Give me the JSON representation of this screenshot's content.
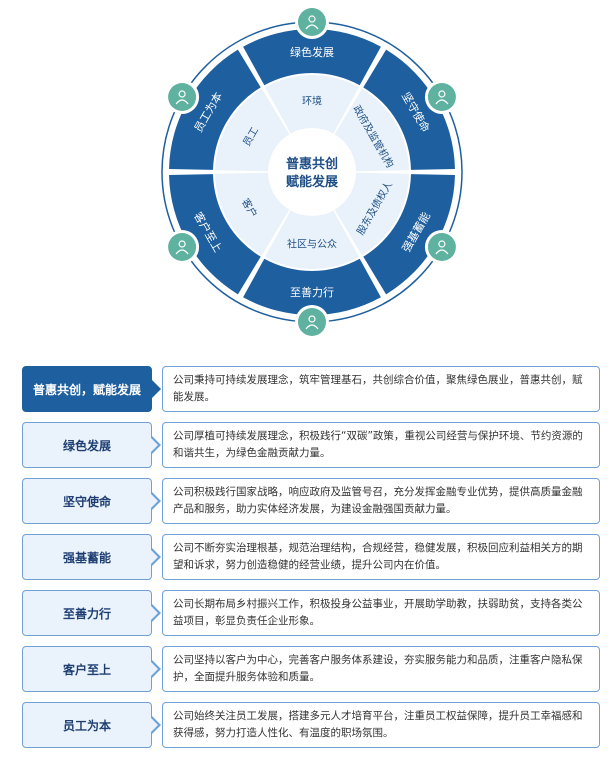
{
  "wheel": {
    "center": {
      "line1": "普惠共创",
      "line2": "赋能发展"
    },
    "outer_segments": [
      {
        "label": "绿色发展"
      },
      {
        "label": "坚守使命"
      },
      {
        "label": "强基蓄能"
      },
      {
        "label": "至善力行"
      },
      {
        "label": "客户至上"
      },
      {
        "label": "员工为本"
      }
    ],
    "stakeholders": [
      {
        "label": "环境"
      },
      {
        "label": "政府及监管机构"
      },
      {
        "label": "股东及债权人"
      },
      {
        "label": "社区与公众"
      },
      {
        "label": "客户"
      },
      {
        "label": "员工"
      }
    ],
    "icons": [
      "plant-globe-icon",
      "government-building-icon",
      "globe-people-icon",
      "hand-plant-icon",
      "handshake-icon",
      "team-people-icon"
    ],
    "colors": {
      "outer": "#1e5f9f",
      "inner": "#e9f2fa",
      "icon_bg": "#5fb2a0",
      "ring": "#1e5f9f"
    }
  },
  "rows": [
    {
      "label": "普惠共创，赋能发展",
      "desc": "公司秉持可持续发展理念，筑牢管理基石，共创综合价值，聚焦绿色展业，普惠共创，赋能发展。",
      "active": true
    },
    {
      "label": "绿色发展",
      "desc": "公司厚植可持续发展理念，积极践行“双碳”政策，重视公司经营与保护环境、节约资源的和谐共生，为绿色金融贡献力量。",
      "active": false
    },
    {
      "label": "坚守使命",
      "desc": "公司积极践行国家战略，响应政府及监管号召，充分发挥金融专业优势，提供高质量金融产品和服务，助力实体经济发展，为建设金融强国贡献力量。",
      "active": false
    },
    {
      "label": "强基蓄能",
      "desc": "公司不断夯实治理根基，规范治理结构，合规经营，稳健发展，积极回应利益相关方的期望和诉求，努力创造稳健的经营业绩，提升公司内在价值。",
      "active": false
    },
    {
      "label": "至善力行",
      "desc": "公司长期布局乡村振兴工作，积极投身公益事业，开展助学助教，扶弱助贫，支持各类公益项目，彰显负责任企业形象。",
      "active": false
    },
    {
      "label": "客户至上",
      "desc": "公司坚持以客户为中心，完善客户服务体系建设，夯实服务能力和品质，注重客户隐私保护，全面提升服务体验和质量。",
      "active": false
    },
    {
      "label": "员工为本",
      "desc": "公司始终关注员工发展，搭建多元人才培育平台，注重员工权益保障，提升员工幸福感和获得感，努力打造人性化、有温度的职场氛围。",
      "active": false
    }
  ]
}
